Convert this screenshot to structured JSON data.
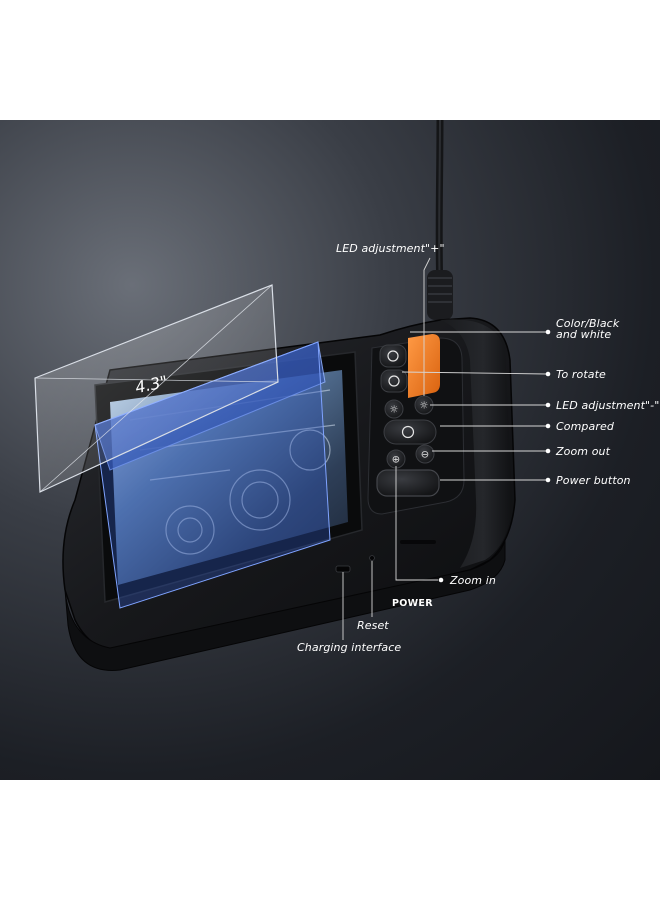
{
  "screen_size": "4.3\"",
  "power_label": "POWER",
  "colors": {
    "accent_orange": "#f07b22",
    "body_black": "#17181b",
    "screen_blue": "#3d63c7"
  },
  "callouts": [
    {
      "id": "led-plus",
      "text": "LED adjustment\"+\""
    },
    {
      "id": "color-bw",
      "line1": "Color/Black",
      "line2": "and white"
    },
    {
      "id": "rotate",
      "text": "To rotate"
    },
    {
      "id": "led-minus",
      "text": "LED adjustment\"-\""
    },
    {
      "id": "compared",
      "text": "Compared"
    },
    {
      "id": "zoom-out",
      "text": "Zoom out"
    },
    {
      "id": "power-button",
      "text": "Power button"
    },
    {
      "id": "zoom-in",
      "text": "Zoom in"
    },
    {
      "id": "reset",
      "text": "Reset"
    },
    {
      "id": "charging",
      "text": "Charging interface"
    }
  ]
}
